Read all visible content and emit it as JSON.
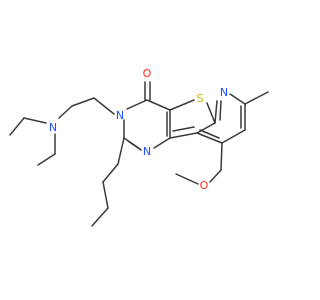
{
  "molecule": {
    "atoms": [
      {
        "id": "O-carbonyl",
        "label": "O",
        "color": "#ff2a0e"
      },
      {
        "id": "S-thiophene",
        "label": "S",
        "color": "#c8b400"
      },
      {
        "id": "N-pyridine",
        "label": "N",
        "color": "#2050ff"
      },
      {
        "id": "N-pyrimidine-3",
        "label": "N",
        "color": "#2050ff"
      },
      {
        "id": "N-pyrimidine-1",
        "label": "N",
        "color": "#2050ff"
      },
      {
        "id": "N-diethylamino",
        "label": "N",
        "color": "#2050ff"
      },
      {
        "id": "O-methoxy",
        "label": "O",
        "color": "#ff2a0e"
      }
    ],
    "bond_color": "#3a3a3a"
  }
}
